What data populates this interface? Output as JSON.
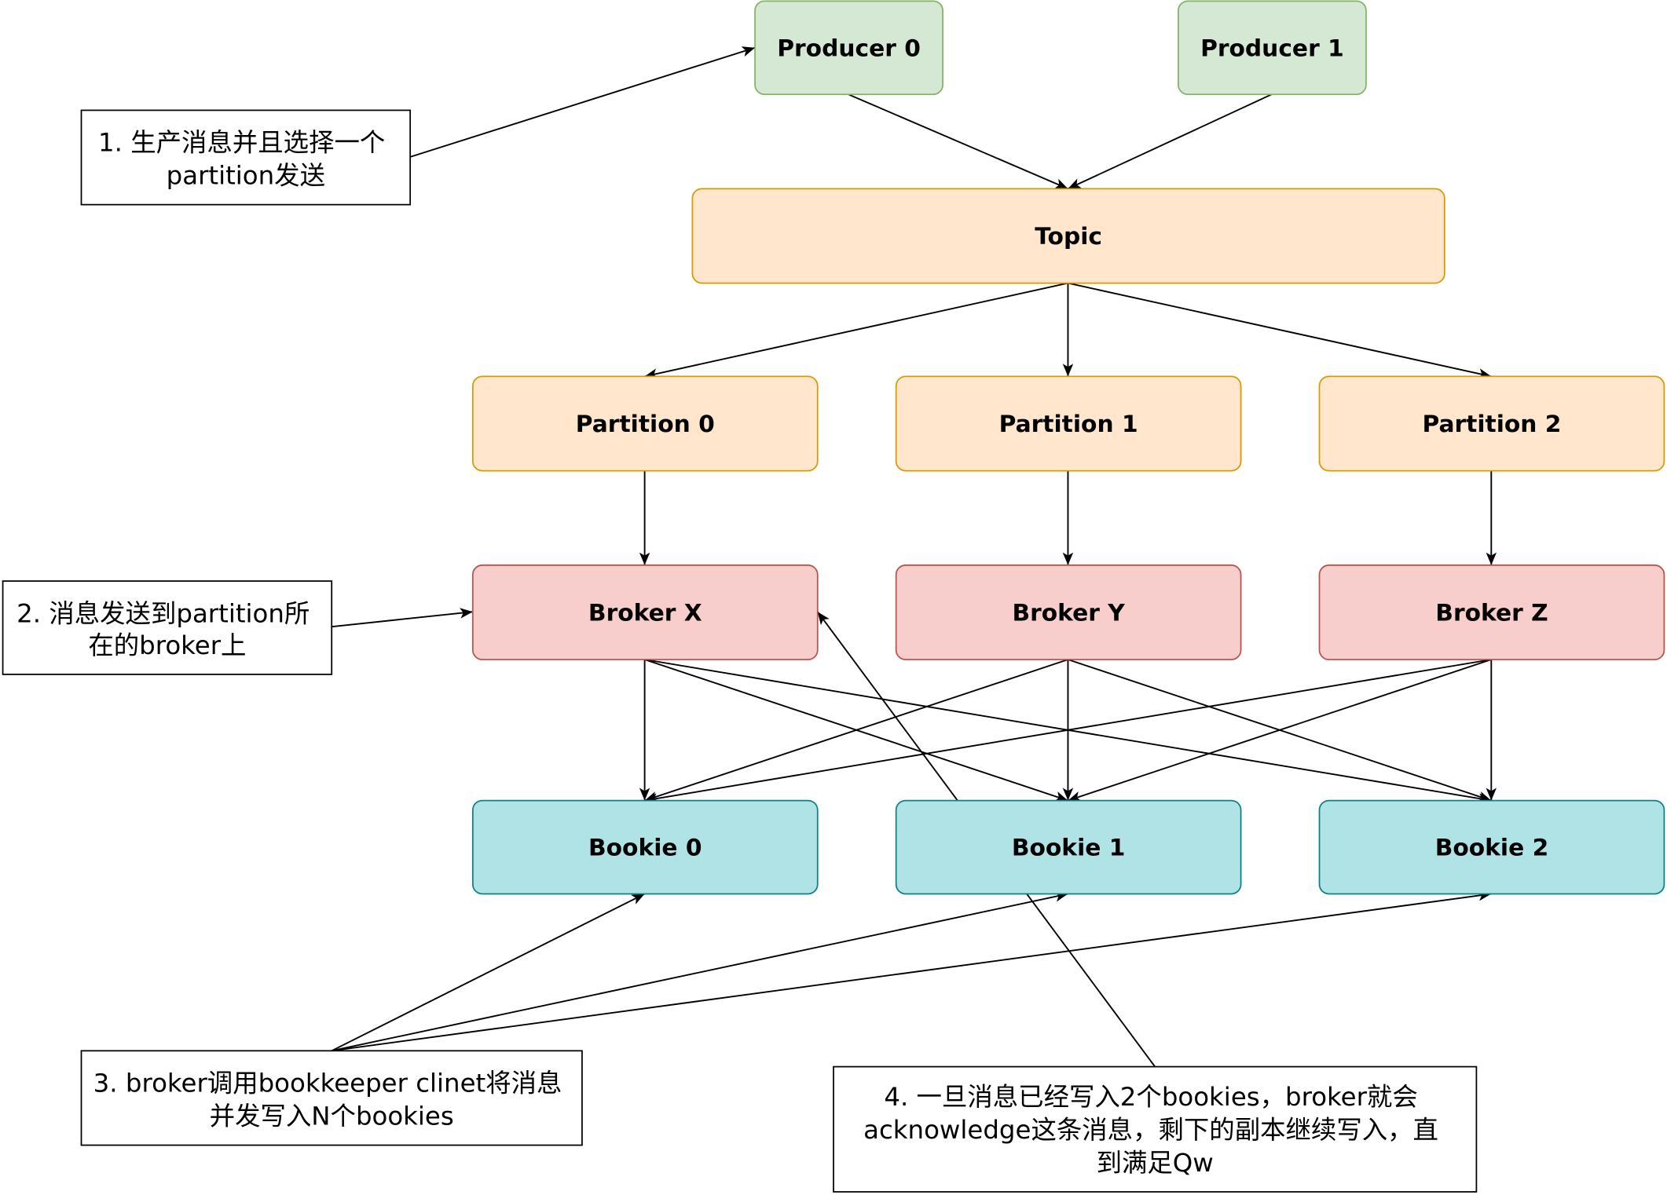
{
  "diagram": {
    "producers": [
      {
        "label": "Producer 0"
      },
      {
        "label": "Producer 1"
      }
    ],
    "topic": {
      "label": "Topic"
    },
    "partitions": [
      {
        "label": "Partition 0"
      },
      {
        "label": "Partition 1"
      },
      {
        "label": "Partition 2"
      }
    ],
    "brokers": [
      {
        "label": "Broker X"
      },
      {
        "label": "Broker Y"
      },
      {
        "label": "Broker Z"
      }
    ],
    "bookies": [
      {
        "label": "Bookie 0"
      },
      {
        "label": "Bookie 1"
      },
      {
        "label": "Bookie 2"
      }
    ],
    "notes": [
      {
        "lines": [
          "1. 生产消息并且选择一个",
          "partition发送"
        ]
      },
      {
        "lines": [
          "2. 消息发送到partition所",
          "在的broker上"
        ]
      },
      {
        "lines": [
          "3. broker调用bookkeeper clinet将消息",
          "并发写入N个bookies"
        ]
      },
      {
        "lines": [
          "4. 一旦消息已经写入2个bookies，broker就会",
          "acknowledge这条消息，剩下的副本继续写入，直",
          "到满足Qw"
        ]
      }
    ]
  },
  "colors": {
    "producer": {
      "fill": "#d5e8d4",
      "stroke": "#82b366"
    },
    "topic": {
      "fill": "#ffe6cc",
      "stroke": "#d79b00"
    },
    "partition": {
      "fill": "#ffe6cc",
      "stroke": "#d79b00"
    },
    "broker": {
      "fill": "#f8cecc",
      "stroke": "#b85450"
    },
    "bookie": {
      "fill": "#b0e3e6",
      "stroke": "#0e8088"
    },
    "note": {
      "fill": "#ffffff",
      "stroke": "#000000"
    },
    "edge": "#000000"
  }
}
